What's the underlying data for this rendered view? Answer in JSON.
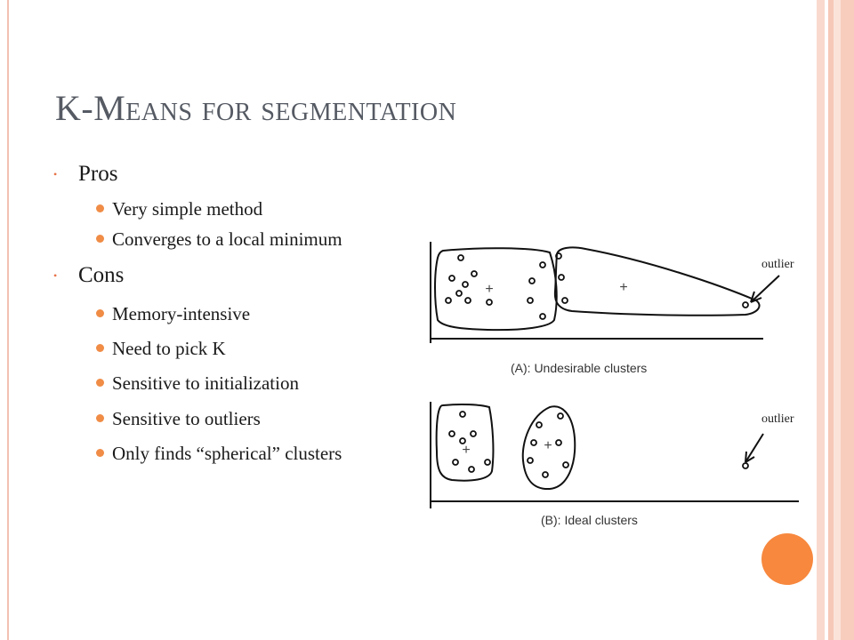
{
  "slide": {
    "title": "K-Means for segmentation",
    "bullet_mark": "•",
    "sections": [
      {
        "heading": "Pros",
        "items": [
          "Very simple method",
          "Converges to a local minimum"
        ]
      },
      {
        "heading": "Cons",
        "items": [
          "Memory-intensive",
          "Need to pick K",
          "Sensitive to initialization",
          "Sensitive to outliers",
          "Only finds “spherical” clusters"
        ]
      }
    ]
  },
  "figure": {
    "panel_a": {
      "caption": "(A): Undesirable clusters",
      "outlier_label": "outlier",
      "centroid_mark": "+"
    },
    "panel_b": {
      "caption": "(B): Ideal clusters",
      "outlier_label": "outlier",
      "centroid_mark": "+"
    }
  },
  "colors": {
    "title": "#555a63",
    "bullet_dot": "#f08c46",
    "accent_circle": "#f7883e",
    "frame": "#f8cdbd"
  }
}
